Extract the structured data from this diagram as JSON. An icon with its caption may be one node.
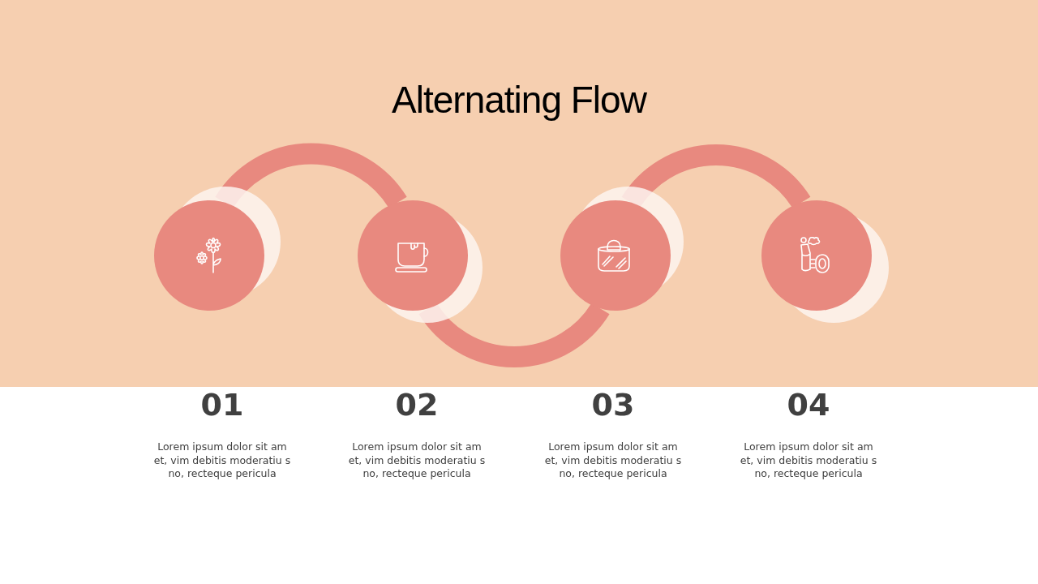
{
  "diagram": {
    "title": "Alternating Flow",
    "nodes": [
      {
        "text": [],
        "shape": "circle",
        "beside": [
          "01",
          "Lorem ipsum dolor sit am et, vim debitis moderatiu s no, recteque pericula"
        ]
      },
      {
        "text": [],
        "shape": "circle",
        "beside": [
          "02",
          "Lorem ipsum dolor sit am et, vim debitis moderatiu s no, recteque pericula"
        ]
      },
      {
        "text": [],
        "shape": "circle",
        "beside": [
          "03",
          "Lorem ipsum dolor sit am et, vim debitis moderatiu s no, recteque pericula"
        ]
      },
      {
        "text": [],
        "shape": "circle",
        "beside": [
          "04",
          "Lorem ipsum dolor sit am et, vim debitis moderatiu s no, recteque pericula"
        ]
      }
    ],
    "edges": [
      {
        "from": 0,
        "to": 1,
        "arrow": "none"
      },
      {
        "from": 1,
        "to": 2,
        "arrow": "none"
      },
      {
        "from": 2,
        "to": 3,
        "arrow": "none"
      }
    ]
  }
}
